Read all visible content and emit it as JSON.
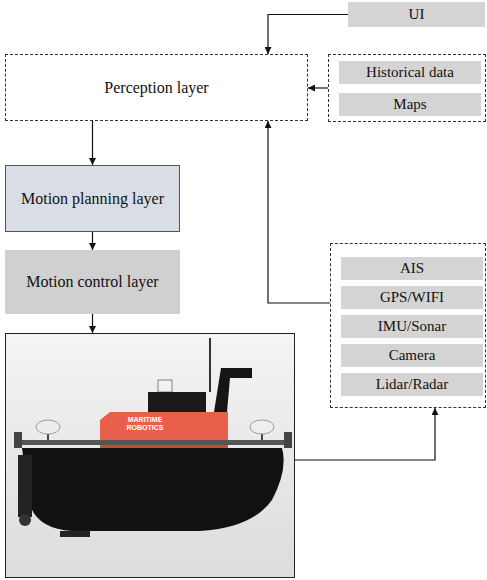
{
  "diagram": {
    "nodes": [
      {
        "text": [
          "UI"
        ]
      },
      {
        "text": [
          "Perception layer"
        ]
      },
      {
        "text": []
      },
      {
        "text": [
          "Historical data"
        ],
        "in": 2
      },
      {
        "text": [
          "Maps"
        ],
        "in": 2
      },
      {
        "text": [
          "Motion planning layer"
        ]
      },
      {
        "text": [
          "Motion control layer"
        ]
      },
      {
        "text": []
      },
      {
        "text": [
          "AIS"
        ],
        "in": 7
      },
      {
        "text": [
          "GPS/WIFI"
        ],
        "in": 7
      },
      {
        "text": [
          "IMU/Sonar"
        ],
        "in": 7
      },
      {
        "text": [
          "Camera"
        ],
        "in": 7
      },
      {
        "text": [
          "Lidar/Radar"
        ],
        "in": 7
      },
      {
        "text": [
          "MARITIME ROBOTICS"
        ]
      }
    ],
    "edges": [
      {
        "from": 0,
        "to": 1,
        "arrow": "to"
      },
      {
        "from": 2,
        "to": 1,
        "arrow": "to"
      },
      {
        "from": 1,
        "to": 5,
        "arrow": "to"
      },
      {
        "from": 5,
        "to": 6,
        "arrow": "to"
      },
      {
        "from": 6,
        "to": 13,
        "arrow": "to"
      },
      {
        "from": 13,
        "to": 7,
        "arrow": "to"
      },
      {
        "from": 7,
        "to": 1,
        "arrow": "to"
      }
    ]
  }
}
